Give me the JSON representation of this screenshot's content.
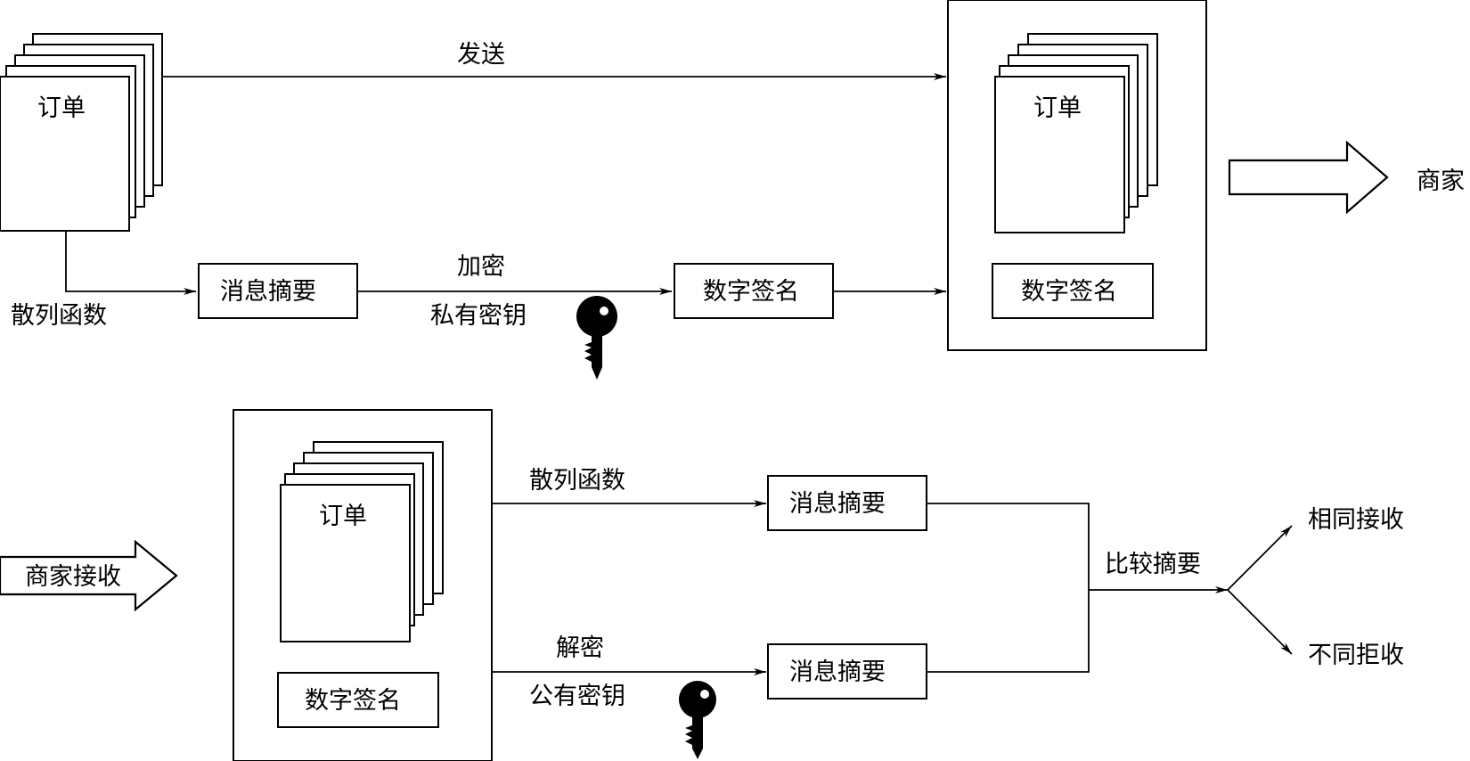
{
  "top": {
    "order_label": "订单",
    "send_label": "发送",
    "hash_label": "散列函数",
    "digest_label": "消息摘要",
    "encrypt_label": "加密",
    "private_key_label": "私有密钥",
    "signature_label": "数字签名",
    "package_order_label": "订单",
    "package_signature_label": "数字签名",
    "merchant_label": "商家"
  },
  "bottom": {
    "merchant_receive_label": "商家接收",
    "package_order_label": "订单",
    "package_signature_label": "数字签名",
    "hash_label": "散列函数",
    "digest_top_label": "消息摘要",
    "decrypt_label": "解密",
    "public_key_label": "公有密钥",
    "digest_bottom_label": "消息摘要",
    "compare_label": "比较摘要",
    "same_accept_label": "相同接收",
    "different_reject_label": "不同拒收"
  },
  "icons": {
    "private_key": "key-icon",
    "public_key": "key-icon"
  }
}
